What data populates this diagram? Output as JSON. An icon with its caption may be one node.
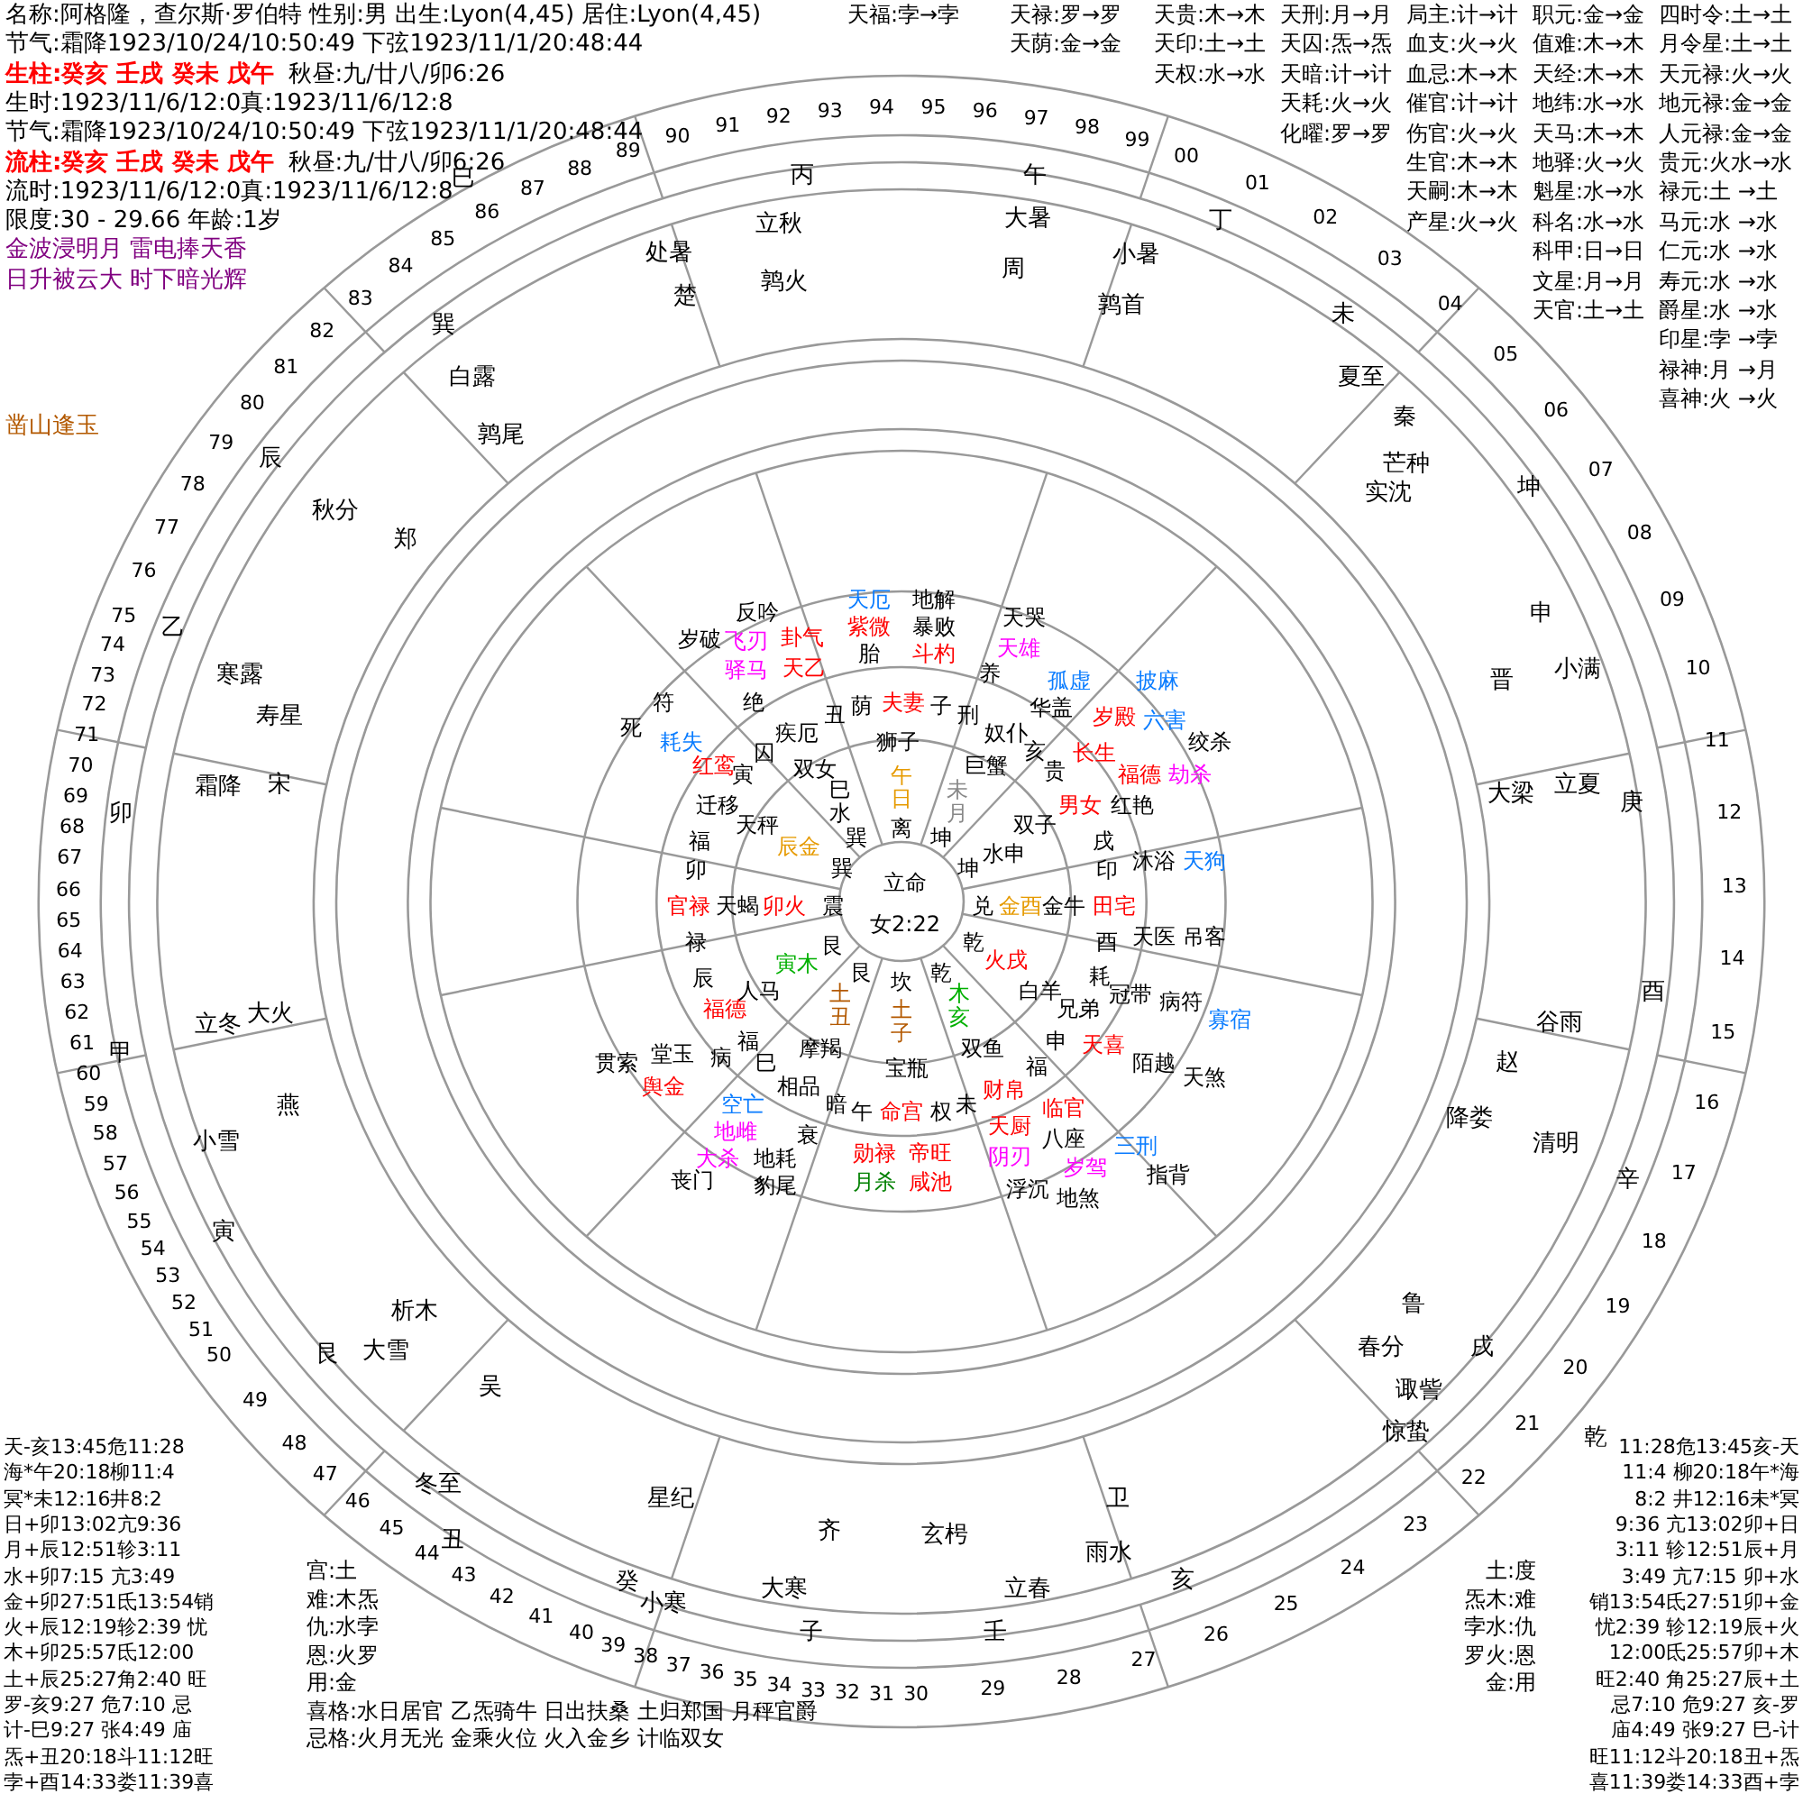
{
  "diagram": {
    "labels": [
      "名称:阿格隆，查尔斯·罗伯特 性别:男 出生:Lyon(4,45) 居住:Lyon(4,45)",
      "节气:霜降1923/10/24/10:50:49 下弦1923/11/1/20:48:44",
      "生柱:癸亥 壬戌 癸未 戊午",
      "秋昼:九/廿八/卯6:26",
      "生时:1923/11/6/12:0真:1923/11/6/12:8",
      "节气:霜降1923/10/24/10:50:49 下弦1923/11/1/20:48:44",
      "流柱:癸亥 壬戌 癸未 戊午",
      "秋昼:九/廿八/卯6:26",
      "流时:1923/11/6/12:0真:1923/11/6/12:8",
      "限度:30 - 29.66 年龄:1岁",
      "金波浸明月 雷电捧天香",
      "日升被云大 时下暗光辉",
      "凿山逢玉",
      "天福:孛→孛",
      "天禄:罗→罗",
      "天贵:木→木",
      "天刑:月→月",
      "局主:计→计",
      "职元:金→金",
      "四时令:土→土",
      "天荫:金→金",
      "天印:土→土",
      "天囚:炁→炁",
      "血支:火→火",
      "值难:木→木",
      "月令星:土→土",
      "天权:水→水",
      "天暗:计→计",
      "血忌:木→木",
      "天经:木→木",
      "天元禄:火→火",
      "天耗:火→火",
      "催官:计→计",
      "地纬:水→水",
      "地元禄:金→金",
      "化曜:罗→罗",
      "伤官:火→火",
      "天马:木→木",
      "人元禄:金→金",
      "生官:木→木",
      "地驿:火→火",
      "贵元:火水→水",
      "天嗣:木→木",
      "魁星:水→水",
      "禄元:土 →土",
      "产星:火→火",
      "科名:水→水",
      "马元:水 →水",
      "科甲:日→日",
      "仁元:水 →水",
      "文星:月→月",
      "寿元:水 →水",
      "天官:土→土",
      "爵星:水 →水",
      "印星:孛 →孛",
      "禄神:月 →月",
      "喜神:火 →火",
      "天-亥13:45危11:28",
      "海*午20:18柳11:4",
      "冥*未12:16井8:2",
      "日+卯13:02亢9:36",
      "月+辰12:51轸3:11",
      "水+卯7:15 亢3:49",
      "金+卯27:51氐13:54销",
      "火+辰12:19轸2:39 忧",
      "木+卯25:57氐12:00",
      "土+辰25:27角2:40 旺",
      "罗-亥9:27 危7:10 忌",
      "计-巳9:27 张4:49 庙",
      "炁+丑20:18斗11:12旺",
      "孛+酉14:33娄11:39喜",
      "11:28危13:45亥-天",
      "11:4 柳20:18午*海",
      "8:2 井12:16未*冥",
      "9:36 亢13:02卯+日",
      "3:11 轸12:51辰+月",
      "3:49 亢7:15 卯+水",
      "销13:54氐27:51卯+金",
      "忧2:39 轸12:19辰+火",
      "12:00氐25:57卯+木",
      "旺2:40 角25:27辰+土",
      "忌7:10 危9:27 亥-罗",
      "庙4:49 张9:27 巳-计",
      "旺11:12斗20:18丑+炁",
      "喜11:39娄14:33酉+孛",
      "宫:土",
      "难:木炁",
      "仇:水孛",
      "恩:火罗",
      "用:金",
      "喜格:水日居官 乙炁骑牛 日出扶桑 土归郑国 月秤官爵",
      "忌格:火月无光 金乘火位 火入金乡 计临双女",
      "土:度",
      "炁木:难",
      "孛水:仇",
      "罗火:恩",
      "金:用",
      "丙",
      "午",
      "丁",
      "未",
      "坤",
      "申",
      "庚",
      "酉",
      "辛",
      "戌",
      "乾",
      "亥",
      "子",
      "壬",
      "癸",
      "丑",
      "艮",
      "寅",
      "甲",
      "卯",
      "乙",
      "辰",
      "巽",
      "巳",
      "立秋",
      "大暑",
      "小暑",
      "夏至",
      "芒种",
      "小满",
      "立夏",
      "谷雨",
      "清明",
      "春分",
      "惊蛰",
      "雨水",
      "大寒",
      "立春",
      "小寒",
      "冬至",
      "大雪",
      "小雪",
      "立冬",
      "霜降",
      "寒露",
      "秋分",
      "白露",
      "处暑",
      "鹑火",
      "鹑首",
      "实沈",
      "大梁",
      "降娄",
      "诹訾",
      "玄枵",
      "星纪",
      "析木",
      "大火",
      "寿星",
      "鹑尾",
      "周",
      "秦",
      "晋",
      "赵",
      "鲁",
      "卫",
      "齐",
      "吴",
      "燕",
      "宋",
      "郑",
      "楚",
      "00",
      "01",
      "02",
      "03",
      "04",
      "05",
      "06",
      "07",
      "08",
      "09",
      "10",
      "11",
      "12",
      "13",
      "14",
      "15",
      "16",
      "17",
      "18",
      "19",
      "20",
      "21",
      "22",
      "23",
      "24",
      "25",
      "36",
      "35",
      "34",
      "33",
      "32",
      "31",
      "30",
      "29",
      "28",
      "27",
      "26",
      "37",
      "38",
      "39",
      "40",
      "41",
      "42",
      "43",
      "44",
      "45",
      "46",
      "47",
      "48",
      "49",
      "50",
      "51",
      "52",
      "53",
      "54",
      "55",
      "56",
      "57",
      "58",
      "59",
      "60",
      "61",
      "62",
      "63",
      "64",
      "65",
      "66",
      "67",
      "68",
      "69",
      "70",
      "71",
      "72",
      "73",
      "74",
      "75",
      "76",
      "77",
      "78",
      "79",
      "80",
      "81",
      "82",
      "83",
      "84",
      "85",
      "86",
      "87",
      "88",
      "89",
      "90",
      "91",
      "92",
      "93",
      "94",
      "95",
      "96",
      "97",
      "98",
      "99",
      "立命",
      "女2:22",
      "离",
      "午日",
      "狮子",
      "荫",
      "夫妻",
      "子",
      "坤",
      "未月",
      "巨蟹",
      "刑",
      "奴仆",
      "亥",
      "坤",
      "水申",
      "双子",
      "贵",
      "男女",
      "戌",
      "兑",
      "金酉",
      "金牛",
      "印",
      "田宅",
      "乾",
      "酉",
      "火戌",
      "白羊",
      "耗",
      "兄弟",
      "申",
      "乾",
      "木亥",
      "双鱼",
      "福",
      "财帛",
      "未",
      "坎",
      "土子",
      "宝瓶",
      "午",
      "命宫",
      "权",
      "艮",
      "土丑",
      "摩羯",
      "巳",
      "相品",
      "暗",
      "艮",
      "寅木",
      "人马",
      "辰",
      "福德",
      "福",
      "卯",
      "官禄",
      "天蝎",
      "卯火",
      "震",
      "禄",
      "巽",
      "辰金",
      "天秤",
      "寅",
      "迁移",
      "福",
      "巽",
      "巳水",
      "双女",
      "丑",
      "疾厄",
      "囚",
      "天厄",
      "紫微",
      "胎",
      "地解",
      "暴败",
      "斗杓",
      "天哭",
      "天雄",
      "养",
      "孤虚",
      "华盖",
      "披麻",
      "岁殿",
      "六害",
      "绞杀",
      "长生",
      "福德",
      "劫杀",
      "红艳",
      "沐浴",
      "天狗",
      "天医",
      "吊客",
      "冠带",
      "病符",
      "寡宿",
      "天喜",
      "陌越",
      "天煞",
      "临官",
      "天厨",
      "阴刃",
      "八座",
      "岁驾",
      "三刑",
      "指背",
      "浮沉",
      "地煞",
      "勋禄",
      "帝旺",
      "月杀",
      "咸池",
      "衰",
      "地耗",
      "豹尾",
      "空亡",
      "地雌",
      "大杀",
      "丧门",
      "贯索",
      "堂玉",
      "病",
      "舆金",
      "符",
      "死",
      "耗失",
      "红鸾",
      "反吟",
      "岁破",
      "飞刃",
      "驿马",
      "卦气",
      "天乙",
      "绝"
    ]
  }
}
